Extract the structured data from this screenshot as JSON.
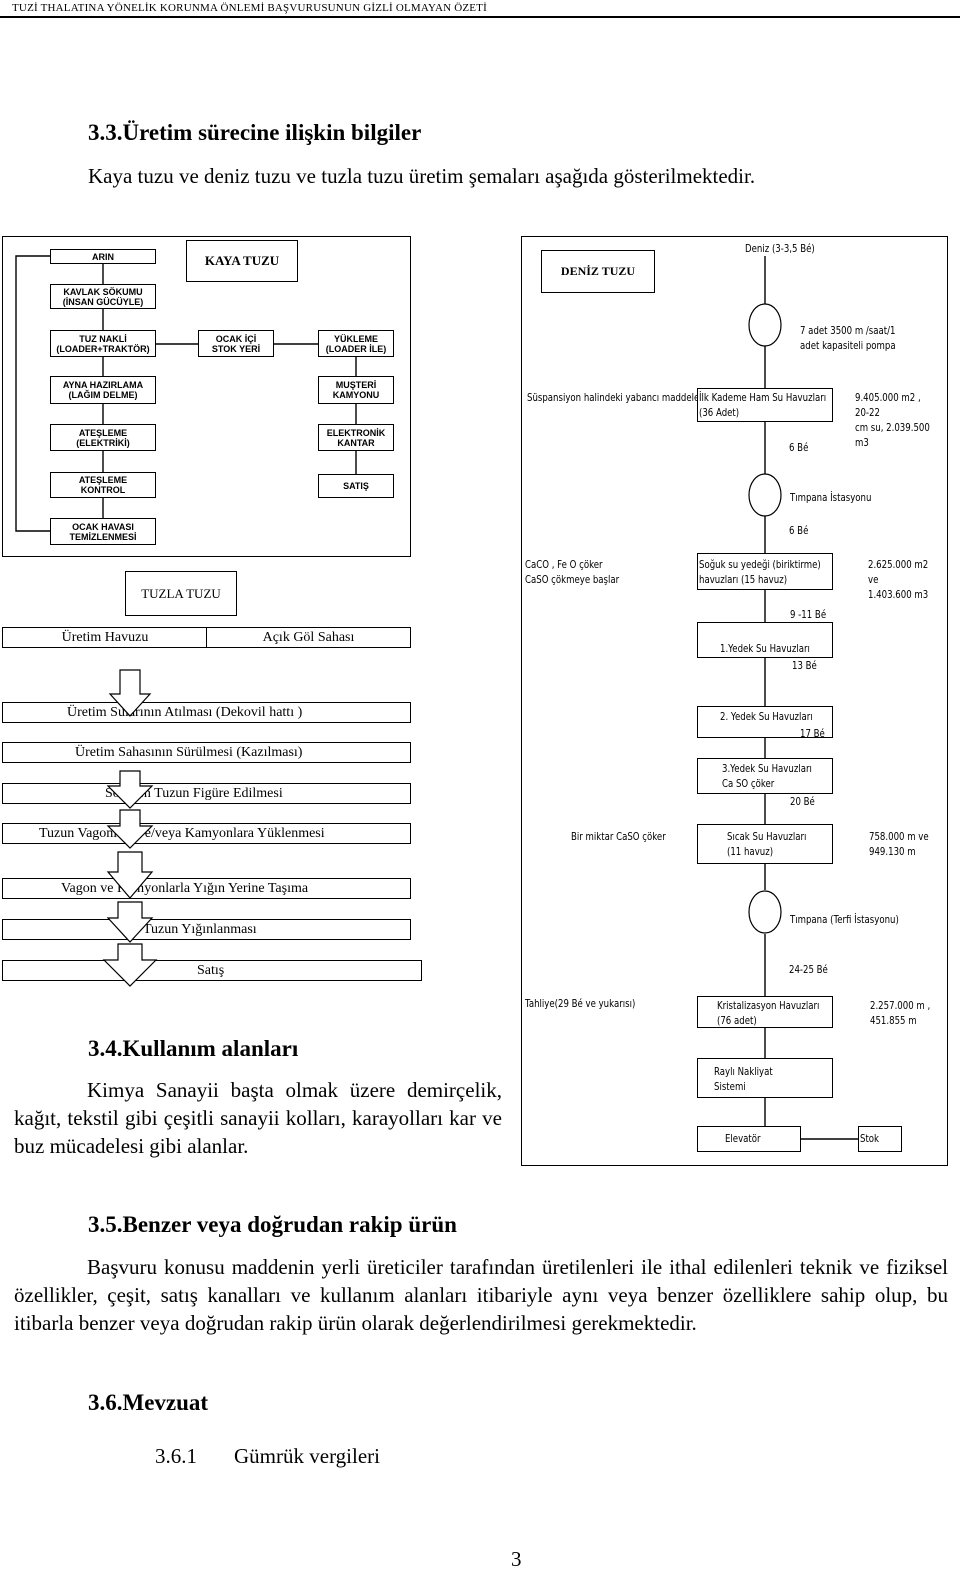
{
  "header": {
    "running_title": "TUZİ THALATINA YÖNELİK KORUNMA ÖNLEMİ BAŞVURUSUNUN GİZLİ OLMAYAN ÖZETİ"
  },
  "section_3_3": {
    "title": "3.3.Üretim sürecine ilişkin bilgiler",
    "intro": "Kaya tuzu ve deniz tuzu ve tuzla tuzu üretim şemaları aşağıda gösterilmektedir."
  },
  "kaya": {
    "title": "KAYA TUZU",
    "arin": "ARIN",
    "kavlak": "KAVLAK SÖKUMU\n(İNSAN GÜCÜYLE)",
    "tuz_nakli": "TUZ NAKLİ\n(LOADER+TRAKTÖR)",
    "ocak_ici": "OCAK İÇİ\nSTOK YERİ",
    "yukleme": "YÜKLEME\n(LOADER İLE)",
    "ayna": "AYNA HAZIRLAMA\n(LAĞIM DELME)",
    "musteri": "MUŞTERİ\nKAMYONU",
    "atesleme": "ATEŞLEME\n(ELEKTRİKİ)",
    "kantar": "ELEKTRONİK\nKANTAR",
    "kontrol": "ATEŞLEME\nKONTROL",
    "satis": "SATIŞ",
    "ocak_havasi": "OCAK HAVASI\nTEMİZLENMESİ"
  },
  "tuzla": {
    "title": "TUZLA TUZU",
    "uretim_havuzu": "Üretim Havuzu",
    "acik_gol": "Açık Göl Sahası",
    "steps": [
      "Üretim Sularının Atılması (Dekovil hattı )",
      "Üretim Sahasının Sürülmesi (Kazılması)",
      "Sökülen Tuzun Figüre Edilmesi",
      "Tuzun Vagonlara ve/veya Kamyonlara Yüklenmesi",
      "Vagon ve Kamyonlarla Yığın Yerine Taşıma",
      "Tuzun Yığınlanması",
      "Satış"
    ]
  },
  "deniz": {
    "title": "DENİZ TUZU",
    "deniz": "Deniz (3-3,5 Bé)",
    "pompa": "7 adet 3500 m /saat/1\nadet kapasiteli pompa",
    "suspansiyon": "Süspansiyon halindeki yabancı maddeler",
    "ilk_kademe": "İlk Kademe Ham Su Havuzları\n(36 Adet)",
    "ilk_kademe_area": "9.405.000 m2 , 20-22\ncm su, 2.039.500 m3",
    "be6a": "6 Bé",
    "tumpana1": "Tımpana İstasyonu",
    "be6b": "6 Bé",
    "caco": "CaCO , Fe O çöker\nCaSO çökmeye başlar",
    "soguk": "Soğuk su yedeği (biriktirme)\nhavuzları (15 havuz)",
    "soguk_area": "2.625.000 m2 ve\n1.403.600 m3",
    "be911": "9 -11 Bé",
    "yedek1": "1.Yedek Su Havuzları",
    "be13": "13 Bé",
    "yedek2": "2. Yedek Su Havuzları",
    "be17": "17 Bé",
    "yedek3": "3.Yedek Su Havuzları\nCa SO çöker",
    "be20": "20 Bé",
    "bir_miktar": "Bir miktar CaSO çöker",
    "sicak": "Sıcak Su Havuzları\n(11 havuz)",
    "sicak_area": "758.000 m ve\n949.130 m",
    "tumpana2": "Tımpana (Terfi İstasyonu)",
    "be2425": "24-25 Bé",
    "tahliye": "Tahliye(29 Bé ve yukarısı)",
    "kristal": "Kristalizasyon Havuzları\n(76 adet)",
    "kristal_area": "2.257.000 m ,\n451.855 m",
    "rayli": "Raylı Nakliyat\nSistemi",
    "elevator": "Elevatör",
    "stok": "Stok"
  },
  "section_3_4": {
    "title": "3.4.Kullanım alanları",
    "text": "Kimya Sanayii başta olmak üzere demirçelik, kağıt, tekstil gibi çeşitli sanayii kolları, karayolları kar ve buz mücadelesi gibi alanlar."
  },
  "section_3_5": {
    "title": "3.5.Benzer veya doğrudan rakip ürün",
    "text": "Başvuru konusu maddenin yerli üreticiler tarafından üretilenleri ile ithal edilenleri teknik ve fiziksel özellikler, çeşit, satış kanalları ve kullanım alanları itibariyle aynı veya benzer özelliklere sahip olup, bu itibarla benzer veya doğrudan rakip ürün olarak değerlendirilmesi gerekmektedir."
  },
  "section_3_6": {
    "title": "3.6.Mevzuat",
    "sub_number": "3.6.1",
    "sub_title": "Gümrük vergileri"
  },
  "page_number": "3"
}
